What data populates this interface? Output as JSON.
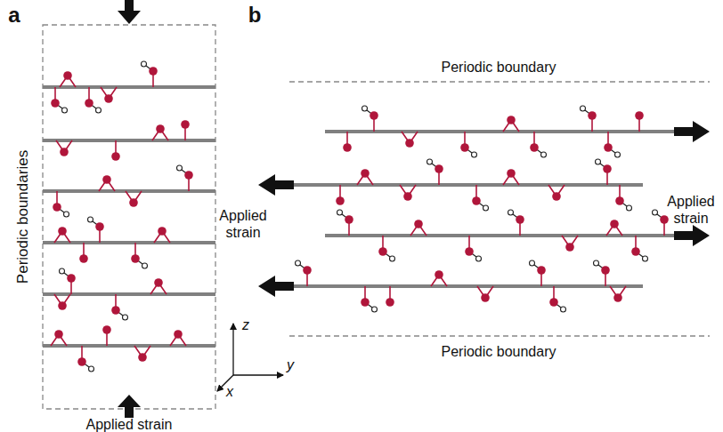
{
  "diagram": {
    "labels": [
      "a",
      "b",
      "Periodic boundaries",
      "Applied strain",
      "Periodic boundary",
      "Applied strain",
      "Applied strain",
      "Periodic boundary",
      "z",
      "x",
      "y"
    ]
  }
}
